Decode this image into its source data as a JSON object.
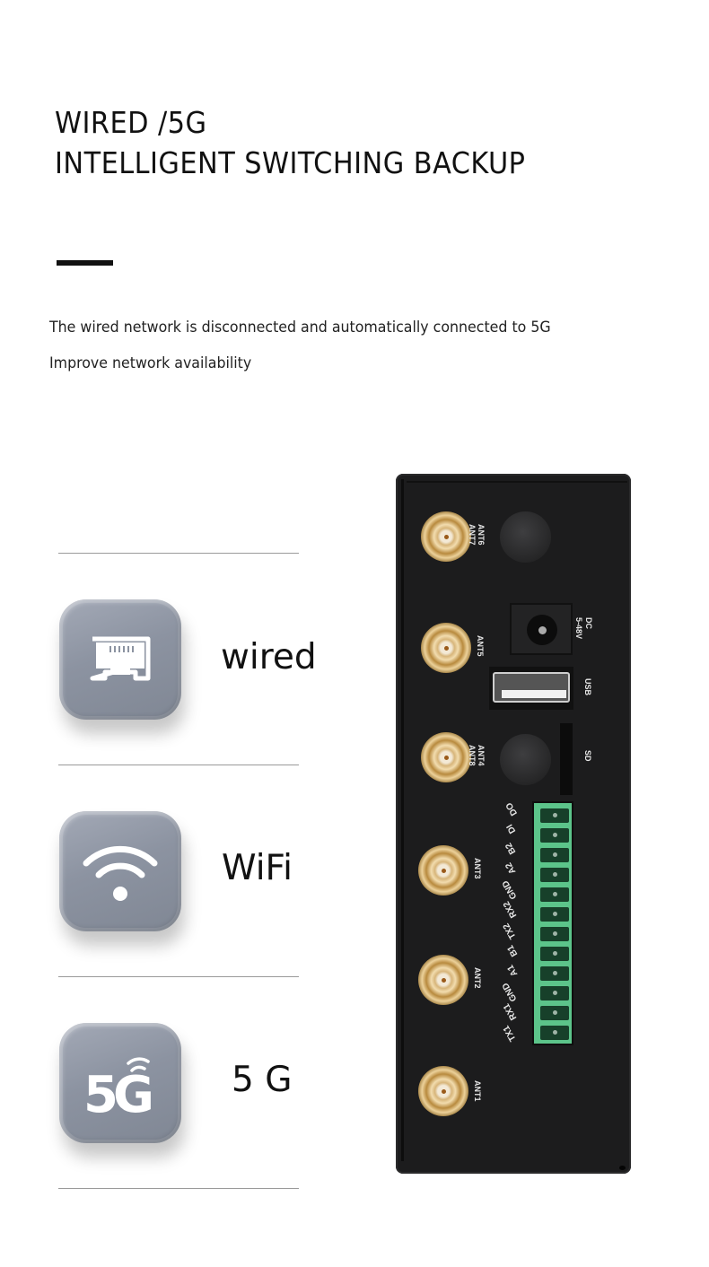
{
  "header": {
    "title_line1": "WIRED /5G",
    "title_line2": "INTELLIGENT SWITCHING BACKUP"
  },
  "description": {
    "line1": "The wired network is disconnected and automatically connected to 5G",
    "line2": "Improve network availability"
  },
  "features": [
    {
      "icon": "ethernet-port-icon",
      "label": "wired"
    },
    {
      "icon": "wifi-icon",
      "label": "WiFi"
    },
    {
      "icon": "5g-icon",
      "label": "5 G",
      "icon_text": "5G"
    }
  ],
  "device": {
    "antennas": [
      "ANT6",
      "ANT7",
      "ANT5",
      "ANT4",
      "ANT8",
      "ANT3",
      "ANT2",
      "ANT1"
    ],
    "power_label": "DC",
    "power_voltage": "5-48V",
    "usb_label": "USB",
    "sd_label": "SD",
    "terminal_pins": [
      "DO",
      "DI",
      "B2",
      "A2",
      "GND",
      "RX2",
      "TX2",
      "B1",
      "A1",
      "GND",
      "RX1",
      "TX1"
    ],
    "colors": {
      "body": "#1c1c1d",
      "terminal": "#5cc48a",
      "connector_gold": "#d7b57a"
    }
  },
  "colors": {
    "icon_tile": "#8c93a1",
    "divider": "#9a9a9a",
    "text": "#111111"
  }
}
